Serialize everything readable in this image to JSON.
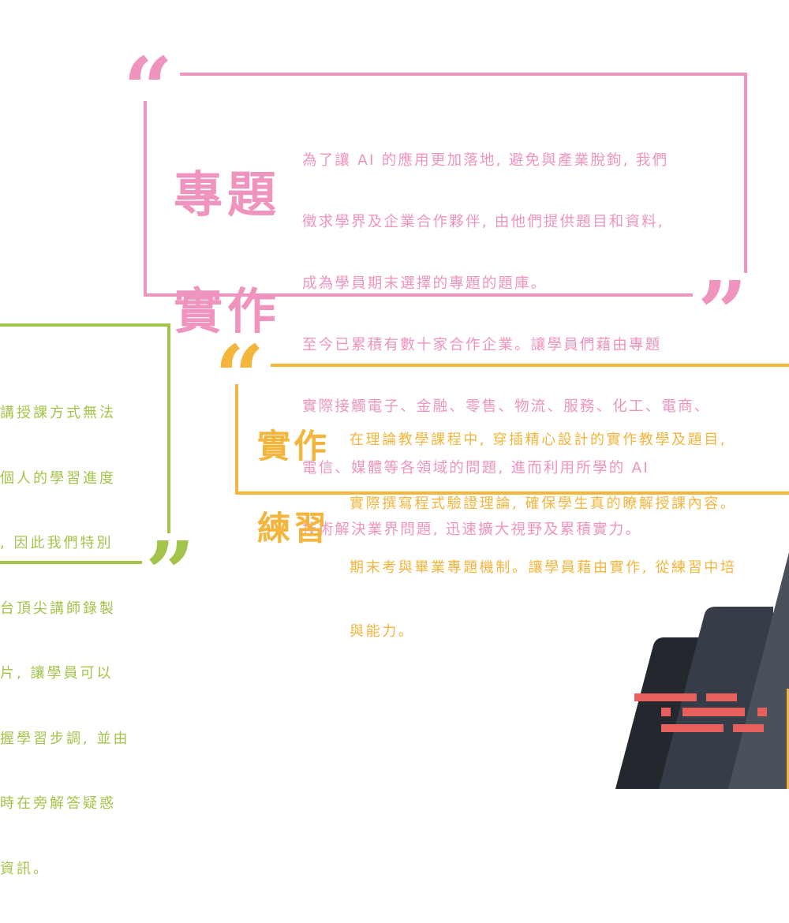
{
  "colors": {
    "pink": "#ef94bf",
    "green": "#a3c44a",
    "orange": "#f3b53c",
    "dark1": "#23282e",
    "dark2": "#363c48",
    "dark3": "#4a515b",
    "red": "#e8605b"
  },
  "pink_block": {
    "open_quote": "“",
    "close_quote": "”",
    "title_lines": [
      "專題",
      "實作"
    ],
    "lines": [
      "為了讓 AI 的應用更加落地, 避免與產業脫鉤, 我們",
      "徵求學界及企業合作夥伴, 由他們提供題目和資料,",
      "成為學員期末選擇的專題的題庫。",
      "至今已累積有數十家合作企業。讓學員們藉由專題",
      "實際接觸電子、金融、零售、物流、服務、化工、電商、",
      "電信、媒體等各領域的問題, 進而利用所學的 AI",
      "技術解決業界問題, 迅速擴大視野及累積實力。"
    ]
  },
  "green_block": {
    "close_quote": "”",
    "lines": [
      "講授課方式無法",
      "個人的學習進度",
      ", 因此我們特別",
      "台頂尖講師錄製",
      "片, 讓學員可以",
      "握學習步調, 並由",
      "時在旁解答疑惑",
      "資訊。"
    ]
  },
  "orange_block": {
    "open_quote": "“",
    "title_lines": [
      "實作",
      "練習"
    ],
    "lines": [
      "在理論教學課程中, 穿插精心設計的實作教學及題目,",
      "實際撰寫程式驗證理論, 確保學生真的瞭解授課內容。",
      "期末考與畢業專題機制。讓學員藉由實作, 從練習中培",
      "與能力。"
    ]
  }
}
